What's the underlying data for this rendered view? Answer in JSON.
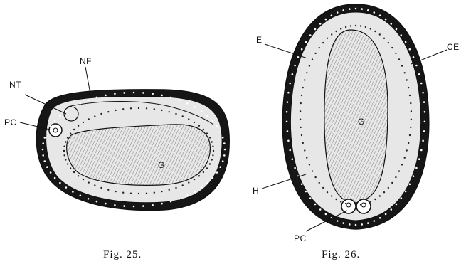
{
  "figures": [
    {
      "caption": "Fig. 25.",
      "labels": {
        "nf": "NF",
        "nt": "NT",
        "pc": "PC",
        "g": "G"
      }
    },
    {
      "caption": "Fig. 26.",
      "labels": {
        "e": "E",
        "ce": "CE",
        "g": "G",
        "h": "H",
        "pc": "PC"
      }
    }
  ],
  "colors": {
    "ink": "#111111",
    "ectoderm": "#161616",
    "cells": "#e7e7e7",
    "cavity": "#cfcfcf",
    "paper": "#ffffff"
  }
}
